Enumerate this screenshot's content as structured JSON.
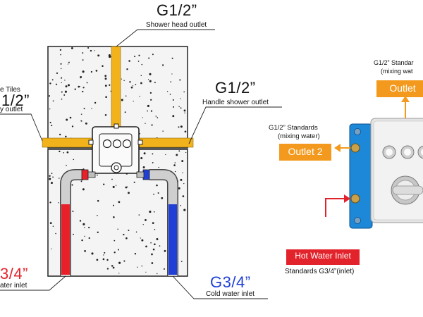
{
  "left_diagram": {
    "top_outlet": {
      "size": "G1/2”",
      "desc": "Shower head outlet"
    },
    "right_outlet": {
      "size": "G1/2”",
      "desc": "Handle shower outlet"
    },
    "left_outlet": {
      "pre": "e Tiles",
      "size": "1/2”",
      "desc": "y outlet"
    },
    "hot_inlet": {
      "size": "3/4”",
      "desc": "ater inlet"
    },
    "cold_inlet": {
      "size": "G3/4”",
      "desc": "Cold water inlet"
    }
  },
  "right_diagram": {
    "outlet_top": {
      "standard": "G1/2” Standar",
      "note": "(mixing wat",
      "badge": "Outlet"
    },
    "outlet_2": {
      "standard": "G1/2” Standards",
      "note": "(mixing water)",
      "badge": "Outlet 2"
    },
    "hot_inlet": {
      "badge": "Hot Water Inlet",
      "standard": "Standards G3/4”(inlet)"
    }
  },
  "colors": {
    "brass_pipe": "#f2b21c",
    "hot_pipe": "#e8202a",
    "cold_pipe": "#1f3fd6",
    "wall": "#f3f3f3",
    "valve_body": "#1e88d8",
    "orange_badge": "#f39a1e",
    "red_badge": "#e3232b",
    "cold_label": "#1f3fd6",
    "hot_label": "#e3232b"
  }
}
